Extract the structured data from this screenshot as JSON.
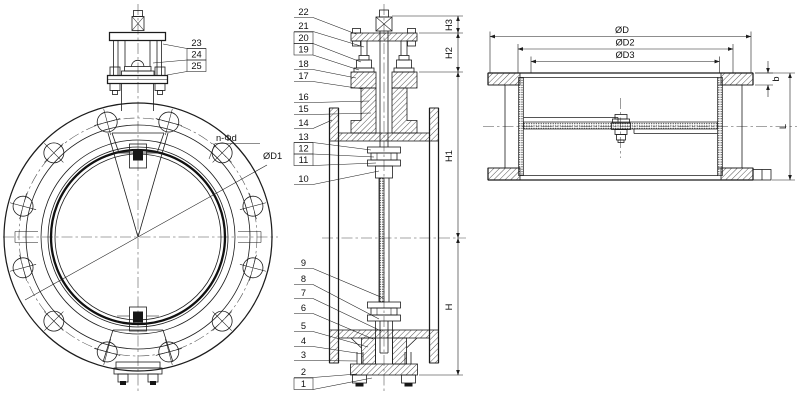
{
  "front_view": {
    "callouts": [
      {
        "label": "23",
        "boxed": false
      },
      {
        "label": "24",
        "boxed": true
      },
      {
        "label": "25",
        "boxed": true
      }
    ],
    "labels": {
      "bolt_holes": "n-Φd",
      "bolt_circle_dia": "ØD1"
    }
  },
  "section_view": {
    "callouts_upper": [
      {
        "label": "22",
        "boxed": false
      },
      {
        "label": "21",
        "boxed": false
      },
      {
        "label": "20",
        "boxed": true
      },
      {
        "label": "19",
        "boxed": true
      },
      {
        "label": "18",
        "boxed": false
      },
      {
        "label": "17",
        "boxed": false
      },
      {
        "label": "16",
        "boxed": false
      },
      {
        "label": "15",
        "boxed": false
      },
      {
        "label": "14",
        "boxed": false
      },
      {
        "label": "13",
        "boxed": false
      },
      {
        "label": "12",
        "boxed": true
      },
      {
        "label": "11",
        "boxed": true
      },
      {
        "label": "10",
        "boxed": false
      }
    ],
    "callouts_lower": [
      {
        "label": "9",
        "boxed": false
      },
      {
        "label": "8",
        "boxed": false
      },
      {
        "label": "7",
        "boxed": false
      },
      {
        "label": "6",
        "boxed": false
      },
      {
        "label": "5",
        "boxed": false
      },
      {
        "label": "4",
        "boxed": false
      },
      {
        "label": "3",
        "boxed": false
      },
      {
        "label": "2",
        "boxed": false
      },
      {
        "label": "1",
        "boxed": true
      }
    ],
    "dimensions": {
      "h3": "H3",
      "h2": "H2",
      "h1": "H1",
      "h": "H"
    }
  },
  "top_view": {
    "dimensions": {
      "od": "ØD",
      "od2": "ØD2",
      "od3": "ØD3",
      "b": "b",
      "l": "L"
    }
  },
  "colors": {
    "line": "#1c1c1c",
    "centerline": "#4a4a4a",
    "background": "#ffffff"
  }
}
